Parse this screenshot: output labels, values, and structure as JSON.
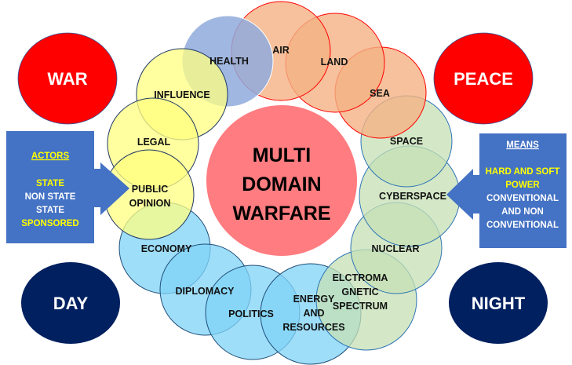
{
  "center": {
    "lines": [
      "MULTI",
      "DOMAIN",
      "WARFARE"
    ],
    "color": "#ff7c80"
  },
  "corners": {
    "war": {
      "label": "WAR",
      "color": "#ff0000"
    },
    "peace": {
      "label": "PEACE",
      "color": "#ff0000"
    },
    "day": {
      "label": "DAY",
      "color": "#002060"
    },
    "night": {
      "label": "NIGHT",
      "color": "#002060"
    }
  },
  "actors": {
    "title": "ACTORS",
    "lines": [
      {
        "text": "STATE",
        "color": "#ffff00"
      },
      {
        "text": "NON STATE",
        "color": "#ffffff"
      },
      {
        "text": "STATE",
        "color": "#ffffff"
      },
      {
        "text": "SPONSORED",
        "color": "#ffff00"
      }
    ],
    "color": "#4472c4"
  },
  "means": {
    "title": "MEANS",
    "lines": [
      {
        "text": "HARD AND SOFT",
        "color": "#ffff00"
      },
      {
        "text": "POWER",
        "color": "#ffff00"
      },
      {
        "text": "CONVENTIONAL",
        "color": "#ffffff"
      },
      {
        "text": "AND NON",
        "color": "#ffffff"
      },
      {
        "text": "CONVENTIONAL",
        "color": "#ffffff"
      }
    ],
    "color": "#4472c4"
  },
  "domains": [
    {
      "id": "health",
      "lines": [
        "HEALTH"
      ],
      "group": "blue-gray"
    },
    {
      "id": "air",
      "lines": [
        "AIR"
      ],
      "group": "orange"
    },
    {
      "id": "land",
      "lines": [
        "LAND"
      ],
      "group": "orange"
    },
    {
      "id": "sea",
      "lines": [
        "SEA"
      ],
      "group": "orange"
    },
    {
      "id": "space",
      "lines": [
        "SPACE"
      ],
      "group": "green"
    },
    {
      "id": "cyberspace",
      "lines": [
        "CYBERSPACE"
      ],
      "group": "green"
    },
    {
      "id": "nuclear",
      "lines": [
        "NUCLEAR"
      ],
      "group": "green"
    },
    {
      "id": "electromagnetic",
      "lines": [
        "ELCTROMA",
        "GNETIC",
        "SPECTRUM"
      ],
      "group": "green"
    },
    {
      "id": "energy",
      "lines": [
        "ENERGY",
        "AND",
        "RESOURCES"
      ],
      "group": "sky"
    },
    {
      "id": "politics",
      "lines": [
        "POLITICS"
      ],
      "group": "sky"
    },
    {
      "id": "diplomacy",
      "lines": [
        "DIPLOMACY"
      ],
      "group": "sky"
    },
    {
      "id": "economy",
      "lines": [
        "ECONOMY"
      ],
      "group": "sky"
    },
    {
      "id": "public-opinion",
      "lines": [
        "PUBLIC",
        "OPINION"
      ],
      "group": "yellow"
    },
    {
      "id": "legal",
      "lines": [
        "LEGAL"
      ],
      "group": "yellow"
    },
    {
      "id": "influence",
      "lines": [
        "INFLUENCE"
      ],
      "group": "yellow"
    }
  ],
  "groups": {
    "blue-gray": {
      "fill": "#8faadc",
      "stroke": "#ffffff"
    },
    "orange": {
      "fill": "#f4b183",
      "stroke": "#ff0000"
    },
    "green": {
      "fill": "#c5e0b4",
      "stroke": "#2e75b6"
    },
    "sky": {
      "fill": "#7fd3f7",
      "stroke": "#1f4e79"
    },
    "yellow": {
      "fill": "#ffff80",
      "stroke": "#1f3864"
    }
  }
}
